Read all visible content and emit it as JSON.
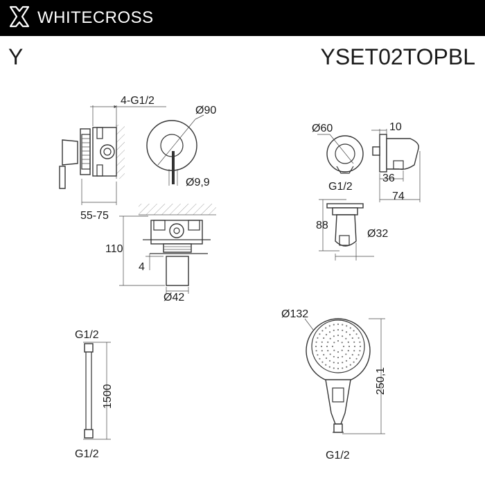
{
  "header": {
    "brand": "WHITECROSS",
    "logo_icon": "whitecross-x-logo-icon",
    "background": "#000000",
    "text_color": "#ffffff"
  },
  "series": "Y",
  "model": "YSET02TOPBL",
  "diagram": {
    "valve": {
      "thread": "4-G1/2",
      "depth": "55-75",
      "plate_diameter": "Ø90",
      "lever_diameter": "Ø9,9",
      "height": "110",
      "offset": "4",
      "sleeve_diameter": "Ø42"
    },
    "holder": {
      "diameter": "Ø60",
      "depth_top": "10",
      "thread": "G1/2",
      "depth_mid": "36",
      "depth_total": "74",
      "height": "88",
      "bracket_diameter": "Ø32"
    },
    "hose": {
      "top_thread": "G1/2",
      "length": "1500",
      "bottom_thread": "G1/2"
    },
    "shower_head": {
      "diameter": "Ø132",
      "length": "250,1",
      "thread": "G1/2"
    }
  }
}
